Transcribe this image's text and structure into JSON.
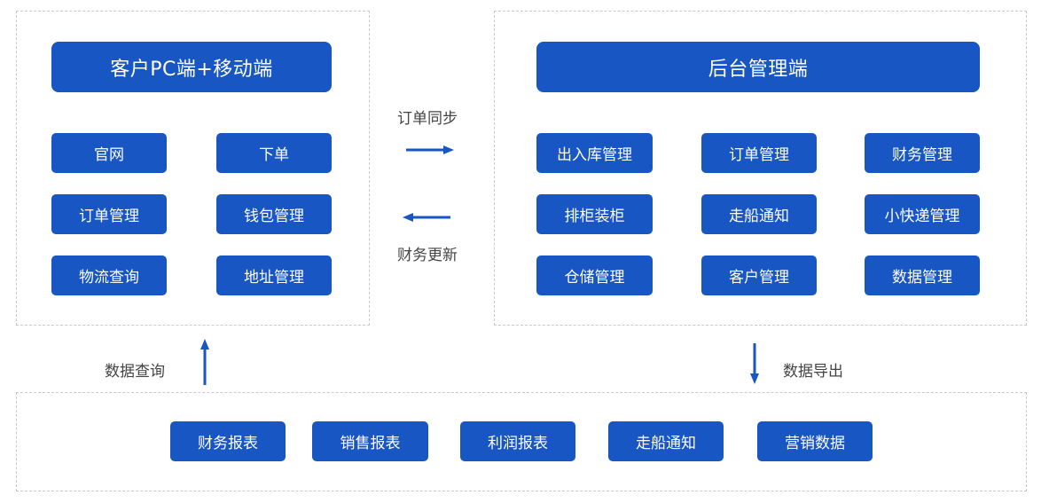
{
  "colors": {
    "box_fill": "#1856c4",
    "box_text": "#ffffff",
    "panel_border": "#c9c9c9",
    "label_text": "#444444"
  },
  "client_panel": {
    "title": "客户PC端+移动端",
    "items": [
      "官网",
      "下单",
      "订单管理",
      "钱包管理",
      "物流查询",
      "地址管理"
    ]
  },
  "admin_panel": {
    "title": "后台管理端",
    "items": [
      "出入库管理",
      "订单管理",
      "财务管理",
      "排柜装柜",
      "走船通知",
      "小快递管理",
      "仓储管理",
      "客户管理",
      "数据管理"
    ]
  },
  "connectors": {
    "order_sync": "订单同步",
    "finance_update": "财务更新",
    "data_query": "数据查询",
    "data_export": "数据导出"
  },
  "report_panel": {
    "items": [
      "财务报表",
      "销售报表",
      "利润报表",
      "走船通知",
      "营销数据"
    ]
  }
}
